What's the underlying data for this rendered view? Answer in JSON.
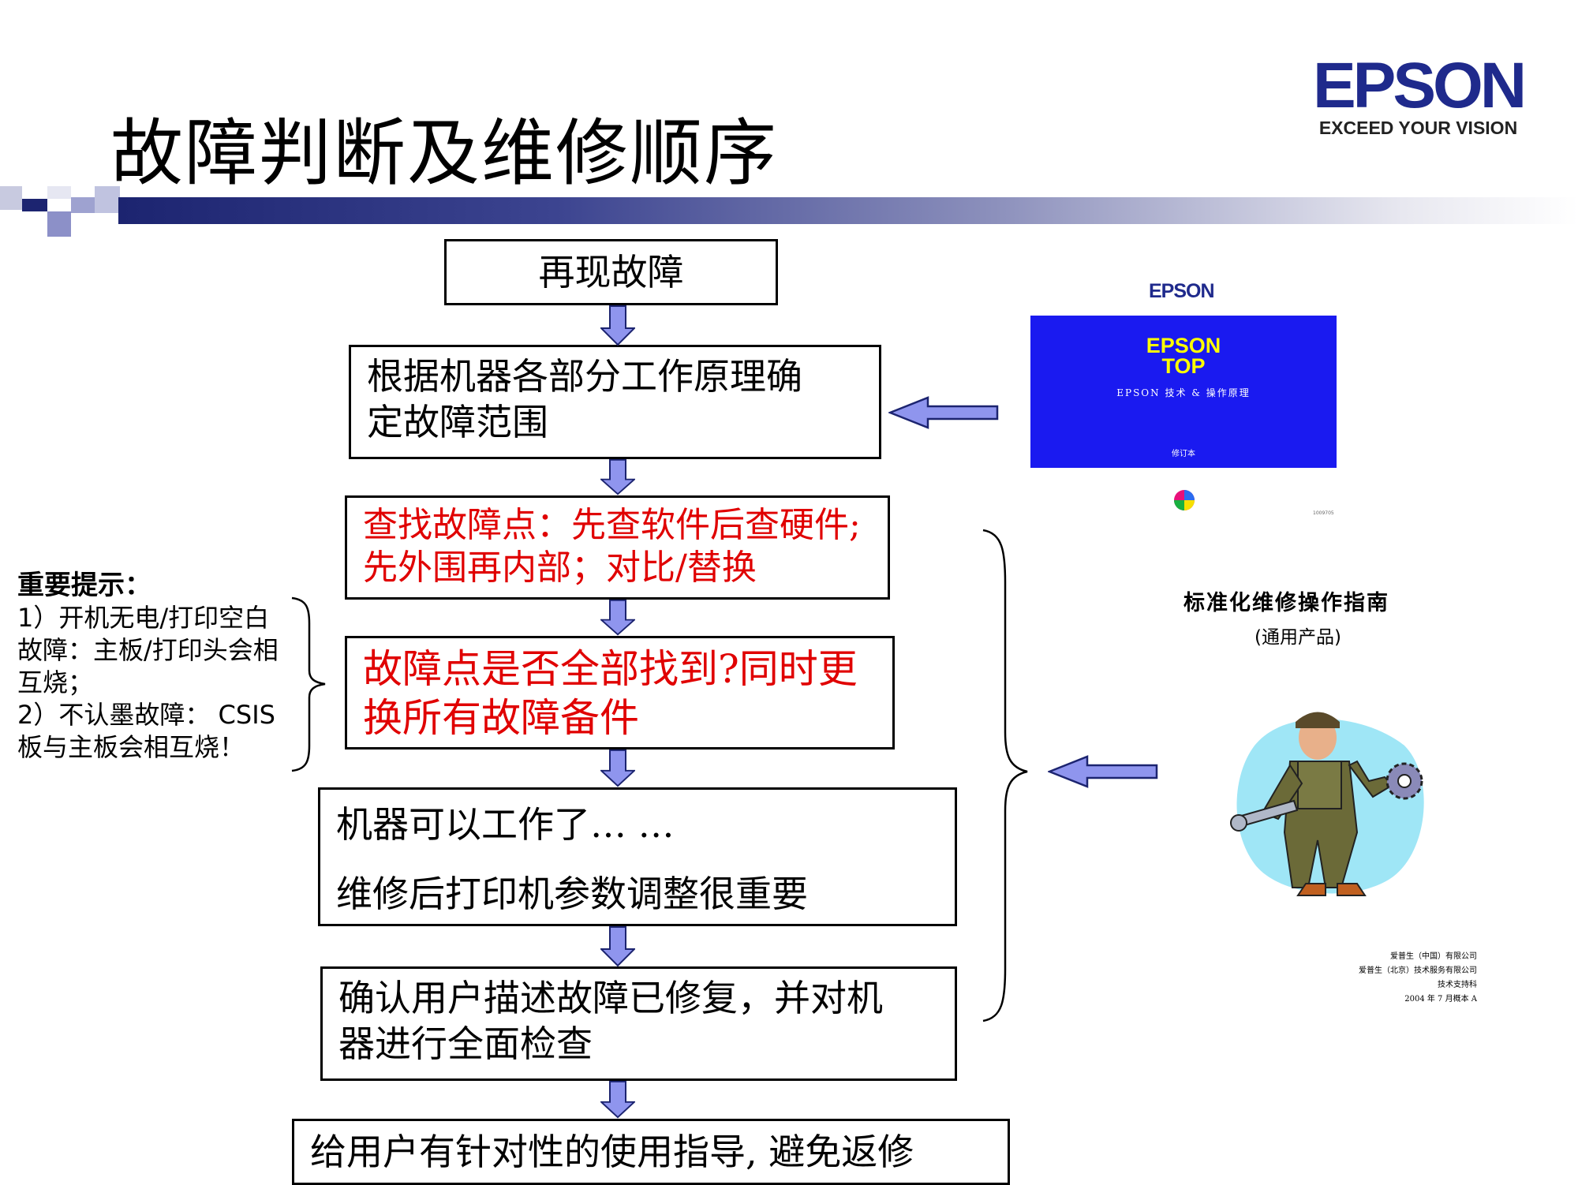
{
  "slide": {
    "title": "故障判断及维修顺序",
    "logo": {
      "brand": "EPSON",
      "tagline": "EXCEED YOUR VISION"
    }
  },
  "flow": {
    "steps": [
      {
        "lines": [
          "再现故障"
        ],
        "color": "#000000"
      },
      {
        "lines": [
          "根据机器各部分工作原理确",
          "定故障范围"
        ],
        "color": "#000000"
      },
      {
        "lines": [
          "查找故障点：先查软件后查硬件;",
          "先外围再内部；对比/替换"
        ],
        "color": "#e00000"
      },
      {
        "lines": [
          "故障点是否全部找到?同时更",
          "换所有故障备件"
        ],
        "color": "#e00000"
      },
      {
        "lines": [
          "机器可以工作了… …",
          "维修后打印机参数调整很重要"
        ],
        "color": "#000000"
      },
      {
        "lines": [
          "确认用户描述故障已修复，并对机",
          "器进行全面检查"
        ],
        "color": "#000000"
      },
      {
        "lines": [
          "给用户有针对性的使用指导, 避免返修"
        ],
        "color": "#000000"
      }
    ]
  },
  "note": {
    "heading": "重要提示：",
    "lines": [
      "1）开机无电/打印空白",
      "故障：主板/打印头会相",
      "互烧；",
      "2）不认墨故障： CSIS",
      "板与主板会相互烧！"
    ]
  },
  "manual_cover": {
    "brand": "EPSON",
    "title_line1": "EPSON",
    "title_line2": "TOP",
    "subtitle": "EPSON 技术 & 操作原理",
    "edition": "修订本",
    "code": "1009705"
  },
  "guide": {
    "title": "标准化维修操作指南",
    "subtitle": "(通用产品)",
    "company_lines": [
      "爱普生（中国）有限公司",
      "爱普生（北京）技术服务有限公司",
      "技术支持科",
      "2004 年 7 月概本 A"
    ]
  },
  "colors": {
    "accent_red": "#e00000",
    "arrow_fill": "#8f95ee",
    "brand_blue": "#1f2a8c",
    "cover_blue": "#1a1af0"
  }
}
